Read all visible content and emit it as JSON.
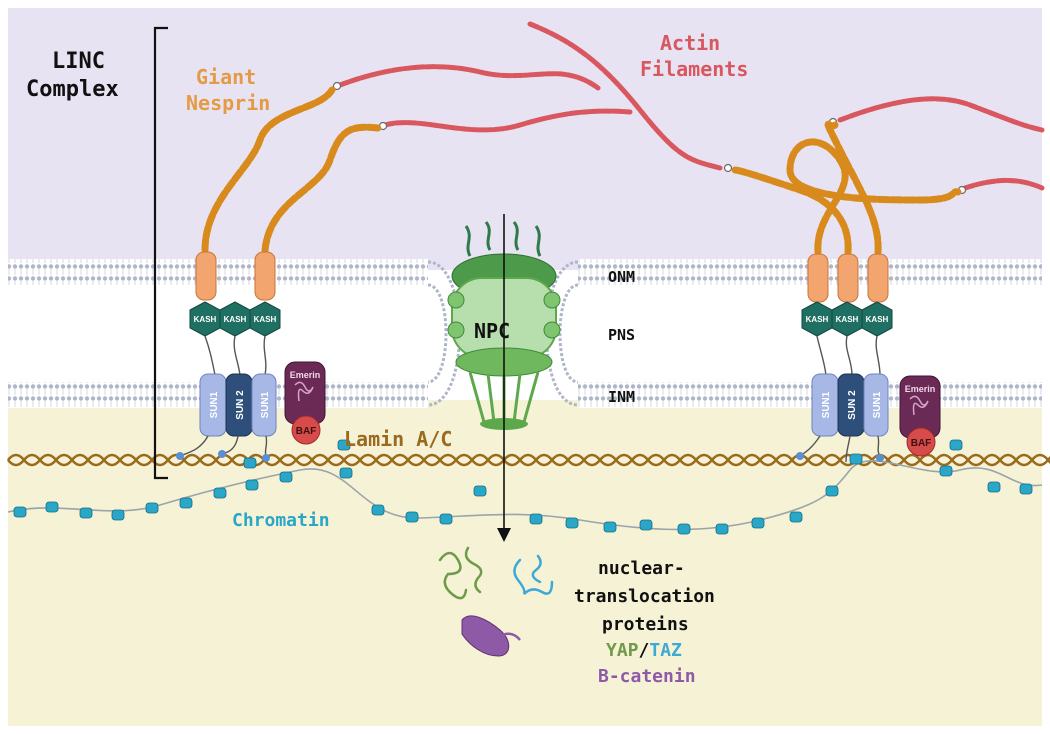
{
  "labels": {
    "linc_line1": "LINC",
    "linc_line2": "Complex",
    "nesprin_line1": "Giant",
    "nesprin_line2": "Nesprin",
    "actin_line1": "Actin",
    "actin_line2": "Filaments",
    "onm": "ONM",
    "pns": "PNS",
    "inm": "INM",
    "npc": "NPC",
    "lamin": "Lamin A/C",
    "chromatin": "Chromatin",
    "proteins_line1": "nuclear-",
    "proteins_line2": "translocation",
    "proteins_line3": "proteins",
    "yap": "YAP",
    "slash": "/",
    "taz": "TAZ",
    "bcatenin": "B-catenin",
    "kash": "KASH",
    "sun1": "SUN1",
    "sun2": "SUN 2",
    "emerin": "Emerin",
    "baf": "BAF"
  },
  "colors": {
    "cytoplasm": "#e8e3f2",
    "nucleoplasm": "#f6f2d6",
    "nesprin": "#d88a1c",
    "actin": "#d9575f",
    "chromatin": "#2aa7c7",
    "lamin": "#9a6a1e",
    "kash": "#1f6f62",
    "npc": "#5ea84c",
    "yap": "#6e9a4a",
    "taz": "#3fa9d6",
    "bcatenin": "#8e5aa8",
    "emerin": "#6a2a55",
    "baf": "#d74b4b",
    "sun_light": "#a8b8e6",
    "sun_dark": "#2e4f7a"
  }
}
